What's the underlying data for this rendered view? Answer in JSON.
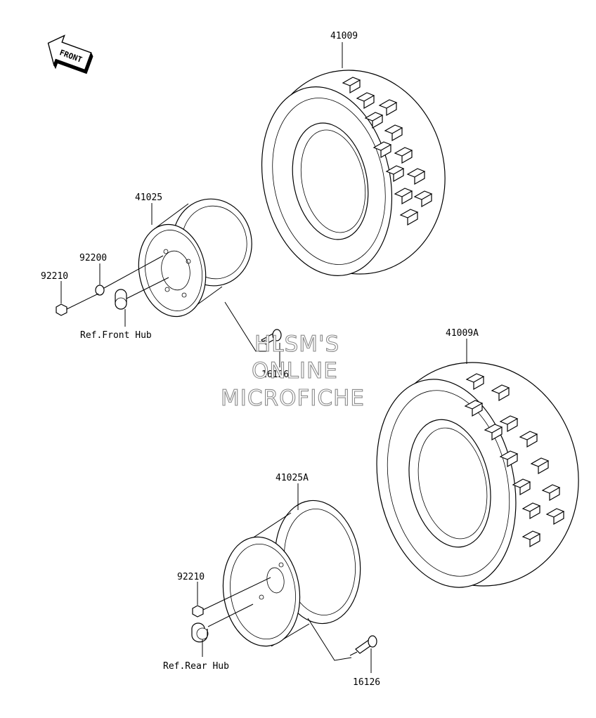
{
  "direction_arrow": {
    "label": "FRONT"
  },
  "labels": {
    "front_tire": "41009",
    "rear_tire": "41009A",
    "front_wheel": "41025",
    "rear_wheel": "41025A",
    "front_washer": "92200",
    "front_nut": "92210",
    "rear_nut": "92210",
    "front_valve": "16126",
    "rear_valve": "16126",
    "ref_front_hub": "Ref.Front Hub",
    "ref_rear_hub": "Ref.Rear Hub"
  },
  "watermark": {
    "line1": "HLSM'S",
    "line2": "ONLINE",
    "line3": "MICROFICHE"
  }
}
